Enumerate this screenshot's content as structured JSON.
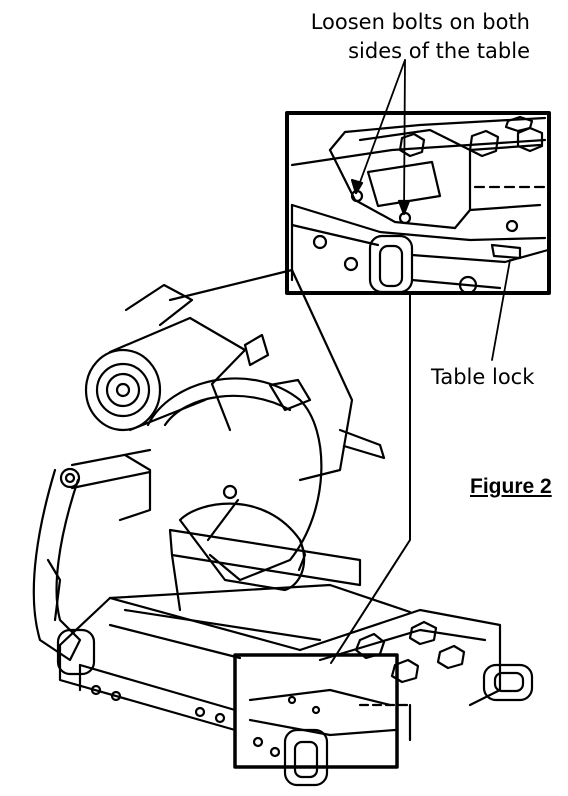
{
  "callouts": {
    "bolts_line1": "Loosen bolts on both",
    "bolts_line2": "sides of the table",
    "table_lock": "Table lock"
  },
  "figure_label": "Figure 2"
}
